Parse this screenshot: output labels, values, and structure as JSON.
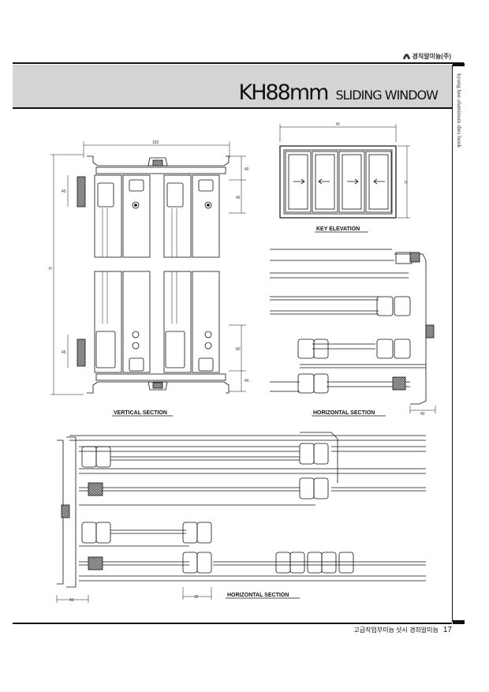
{
  "header": {
    "brand": "경직알미늄(주)",
    "model": "KH88mm",
    "subtitle": "SLIDING WINDOW",
    "side_text": "kyung hee aluminum dies book"
  },
  "drawings": {
    "vertical_section": {
      "caption": "VERTICAL SECTION",
      "dim_width": "183",
      "dim_height": "H",
      "dim_45_top": "45",
      "dim_45_bottom": "45",
      "dim_40_top": "40",
      "dim_45_right": "45",
      "dim_80_right": "80",
      "dim_40_bottom": "40"
    },
    "key_elevation": {
      "caption": "KEY ELEVATION",
      "dim_width": "W",
      "dim_height": "H"
    },
    "horizontal_section_right": {
      "caption": "HORIZONTAL SECTION",
      "dim_40": "40"
    },
    "horizontal_section_bottom": {
      "caption": "HORIZONTAL SECTION",
      "dim_40": "40",
      "dim_35": "35"
    }
  },
  "footer": {
    "text": "고급작업부미늄 샷시 경희알미늄",
    "page_number": "17"
  }
}
